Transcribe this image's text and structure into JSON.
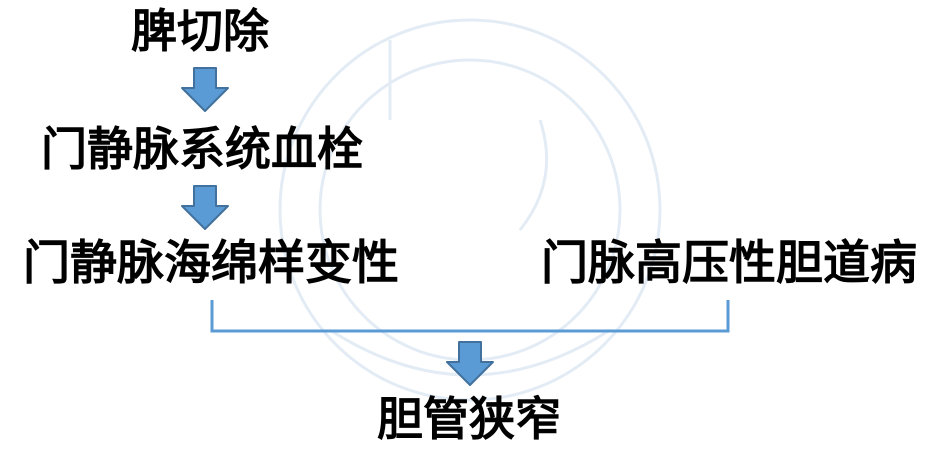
{
  "nodes": {
    "splenectomy": "脾切除",
    "portal_thrombosis": "门静脉系统血栓",
    "cavernous_transformation": "门静脉海绵样变性",
    "portal_biliopathy": "门脉高压性胆道病",
    "bile_duct_stricture": "胆管狭窄"
  },
  "colors": {
    "arrow_fill": "#5b9bd5",
    "arrow_stroke": "#41719c",
    "bracket": "#5b9bd5",
    "text": "#000000",
    "watermark": "#dfe9f3"
  }
}
